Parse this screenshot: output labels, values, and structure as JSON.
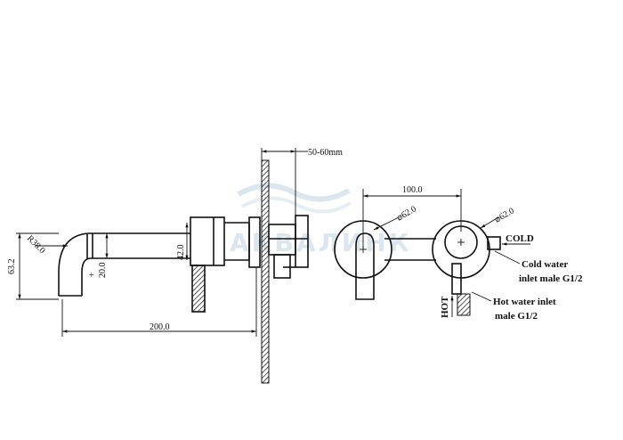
{
  "watermark": {
    "text": "АКВАЛИНК",
    "color": "#dce6ee"
  },
  "dimensions": {
    "wall_thickness": "50-60mm",
    "radius": "R38.0",
    "height": "63.2",
    "spout_offset": "20.0",
    "spout_length": "200.0",
    "body_diameter": "42.0",
    "center_distance": "100.0",
    "left_diameter": "62.0",
    "right_diameter": "62.0"
  },
  "labels": {
    "cold": "COLD",
    "hot": "HOT",
    "cold_inlet_line1": "Cold water",
    "cold_inlet_line2": "inlet male G1/2",
    "hot_inlet_line1": "Hot water inlet",
    "hot_inlet_line2": "male G1/2",
    "plus_sign": "+"
  },
  "colors": {
    "line": "#111111"
  }
}
